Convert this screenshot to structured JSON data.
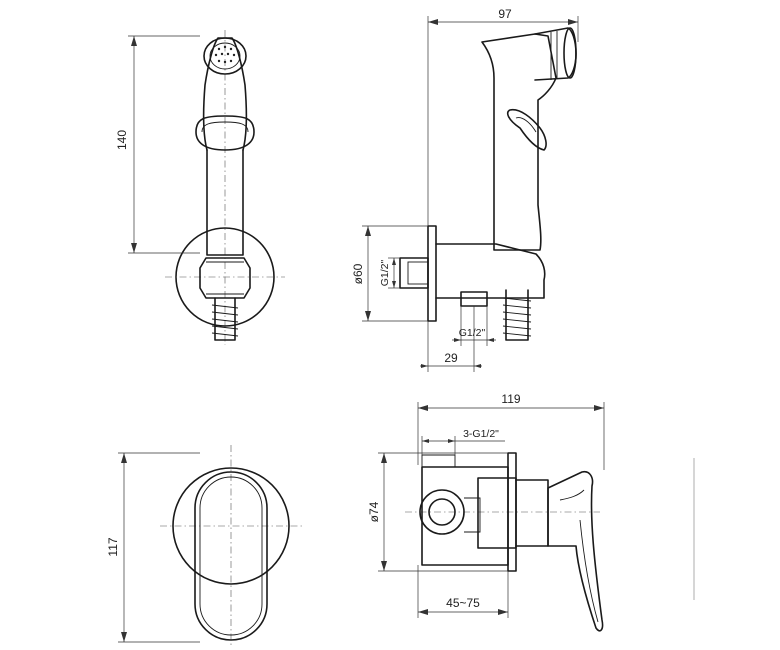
{
  "dimensions": {
    "shower_height": "140",
    "shower_width": "97",
    "shower_flange_dia": "ø60",
    "shower_thread_wall": "G1/2\"",
    "shower_thread_bottom": "G1/2\"",
    "shower_offset": "29",
    "mixer_width": "119",
    "mixer_threads": "3-G1/2\"",
    "mixer_plate_dia": "ø74",
    "mixer_depth": "45~75",
    "mixer_height": "117"
  }
}
